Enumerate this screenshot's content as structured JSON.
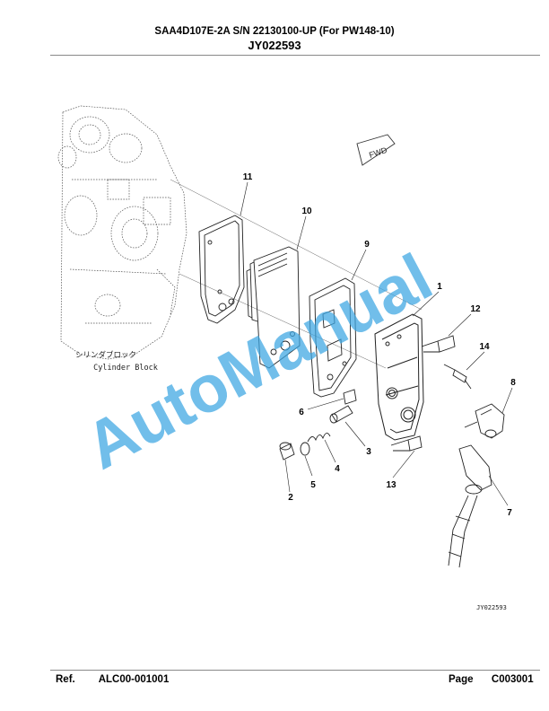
{
  "header": {
    "title": "SAA4D107E-2A S/N 22130100-UP (For PW148-10)",
    "code": "JY022593"
  },
  "diagram": {
    "block_label_jp": "シリンダブロック",
    "block_label_en": "Cylinder Block",
    "fwd_label": "FWD",
    "figure_id": "JY022593",
    "callouts": [
      "11",
      "10",
      "9",
      "1",
      "12",
      "14",
      "6",
      "8",
      "3",
      "4",
      "5",
      "2",
      "13",
      "7"
    ]
  },
  "watermark": {
    "text": "AutoManual",
    "color": "#3ba6e3"
  },
  "footer": {
    "ref_label": "Ref.",
    "ref_value": "ALC00-001001",
    "page_label": "Page",
    "page_value": "C003001"
  }
}
